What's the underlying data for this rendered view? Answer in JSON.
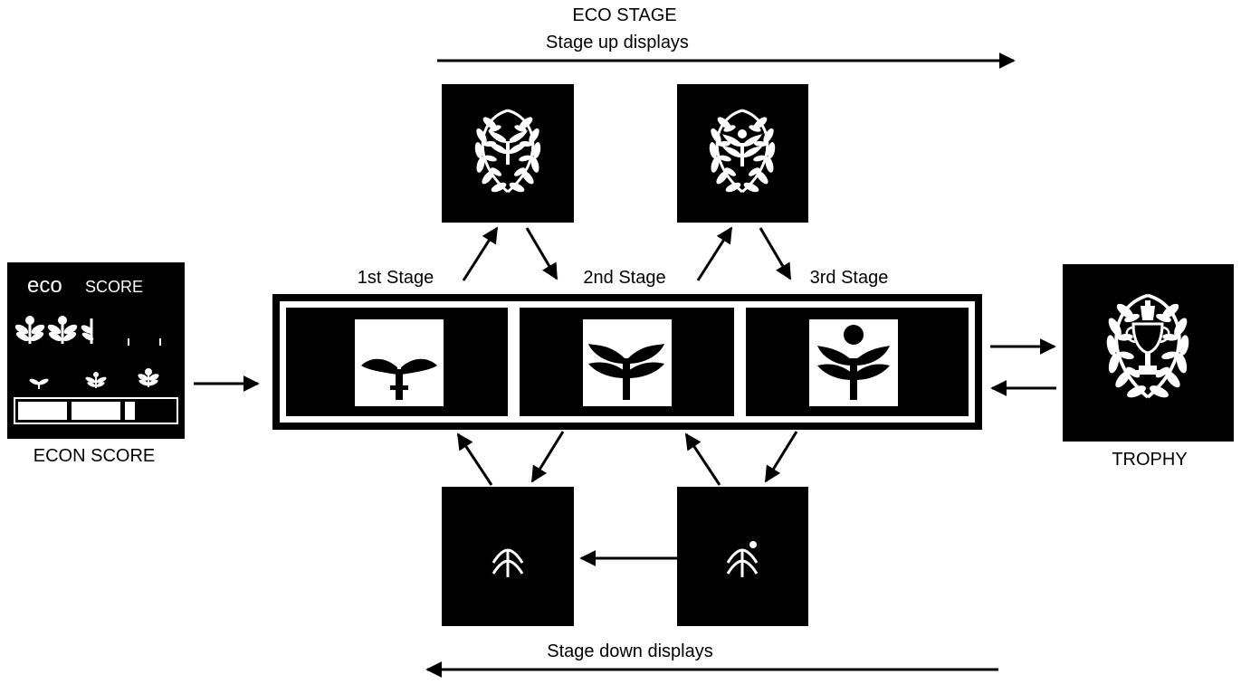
{
  "header": {
    "title": "ECO STAGE",
    "stage_up": "Stage up displays",
    "stage_down": "Stage down displays"
  },
  "score_panel": {
    "heading_eco": "eco",
    "heading_score": "SCORE",
    "caption": "ECON SCORE"
  },
  "stages": [
    {
      "label": "1st Stage"
    },
    {
      "label": "2nd Stage"
    },
    {
      "label": "3rd Stage"
    }
  ],
  "trophy": {
    "caption": "TROPHY"
  },
  "colors": {
    "foreground": "#000000",
    "background": "#ffffff"
  },
  "icons": [
    "leaf-icon",
    "laurel-wreath-icon",
    "trophy-icon",
    "sprout-icon",
    "arrow-icon"
  ]
}
